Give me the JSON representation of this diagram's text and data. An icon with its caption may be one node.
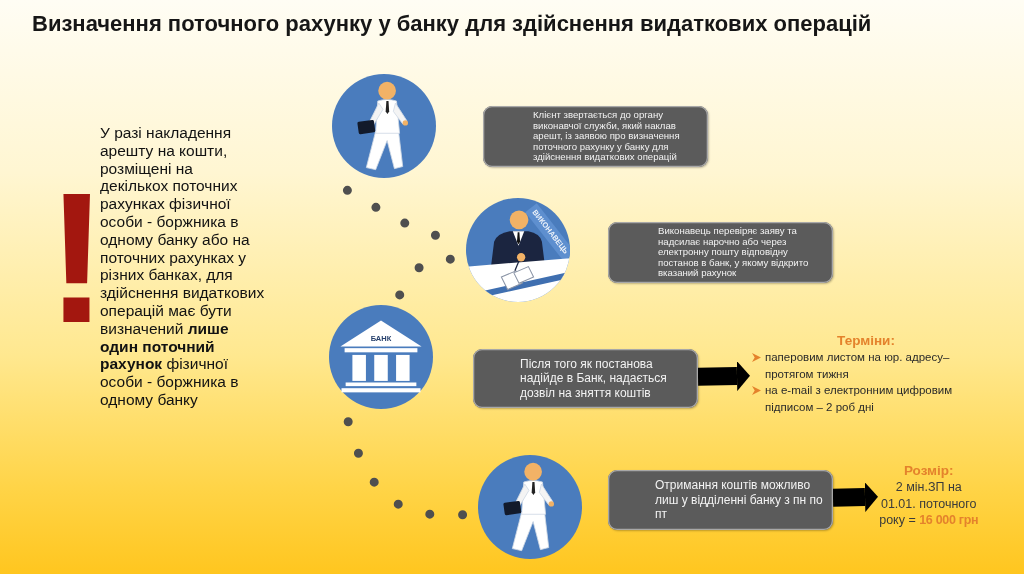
{
  "diagram": {
    "title": "Визначення поточного рахунку у банку для здійснення видаткових операцій",
    "nodes": [
      {
        "text": [],
        "shape": "picture"
      },
      {
        "text": [
          "Клієнт звертається до органу виконавчої служби, який наклав арешт, із заявою про визначення поточного рахунку у банку для здійснення видаткових операцій"
        ]
      },
      {
        "text": [],
        "shape": "picture"
      },
      {
        "text": [
          "Виконавець перевіряє заяву та надсилає нарочно або через електронну пошту відповідну постанов в банк, у якому відкрито вказаний рахунок"
        ]
      },
      {
        "text": [],
        "shape": "picture"
      },
      {
        "text": [
          "Після того як постанова надійде в Банк, надається дозвіл на зняття коштів"
        ]
      },
      {
        "text": [
          "Терміни:",
          "паперовим листом на юр. адресу– протягом тижня",
          "на e-mail з електронним цифровим підписом – 2 роб дні"
        ]
      },
      {
        "text": [],
        "shape": "picture"
      },
      {
        "text": [
          "Отримання коштів можливо лиш у відділенні банку з пн по пт"
        ]
      },
      {
        "text": [
          "Розмір:",
          "2 мін.ЗП на 01.01. поточного року = **16 000 грн**"
        ]
      }
    ],
    "edges": [
      {
        "from": 0,
        "to": 2,
        "arrow": "none",
        "style": "dashed"
      },
      {
        "from": 2,
        "to": 4,
        "arrow": "none",
        "style": "dashed"
      },
      {
        "from": 4,
        "to": 7,
        "arrow": "none",
        "style": "dashed"
      },
      {
        "from": 5,
        "to": 6,
        "arrow": "to",
        "style": "thick",
        "color": "#000000"
      },
      {
        "from": 8,
        "to": 9,
        "arrow": "to",
        "style": "thick",
        "color": "#000000"
      }
    ],
    "labels": [
      "!",
      "У разі накладення арешту на кошти, розміщені на декількох поточних рахунках фізичної особи - боржника в одному банку або на поточних рахунках у різних банках, для здійснення видаткових операцій має бути визначений **лише один поточний рахунок** фізичної особи - боржника в одному банку",
      "ВИКОНАВЕЦЬ",
      "БАНК"
    ]
  }
}
